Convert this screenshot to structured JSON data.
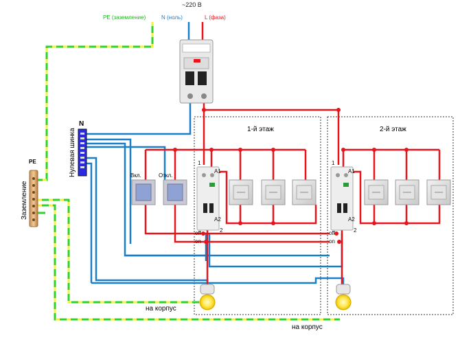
{
  "supply": {
    "voltage": "~220 В",
    "pe": "PE (заземление)",
    "n": "N (ноль)",
    "l": "L (фаза)"
  },
  "neutral_bus": {
    "letter": "N",
    "label": "Нулевая шинка"
  },
  "ground_bus": {
    "letter": "PE",
    "label": "Заземление"
  },
  "floors": [
    {
      "title": "1-й этаж",
      "on_switch": "Вкл.",
      "off_switch": "Откл."
    },
    {
      "title": "2-й этаж"
    }
  ],
  "relay_terminals": {
    "t1": "1",
    "a1": "A1",
    "a2": "A2",
    "t2": "2",
    "off": "off",
    "on": "on"
  },
  "case_labels": [
    "на корпус",
    "на корпус"
  ],
  "colors": {
    "phase": "#e8141b",
    "neutral": "#1a7fc8",
    "ground_green": "#2fd12f",
    "ground_yellow": "#f2f23a"
  }
}
